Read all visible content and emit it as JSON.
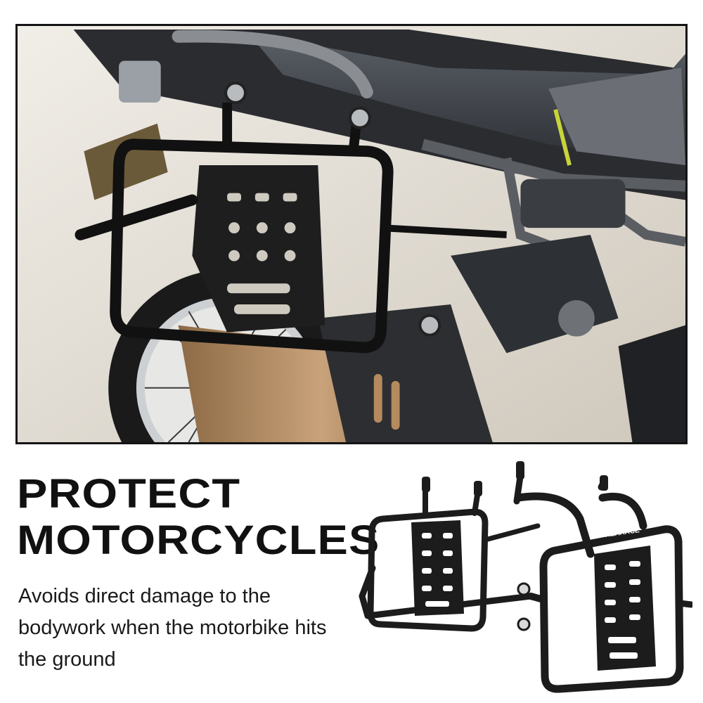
{
  "headline": {
    "line1": "PROTECT",
    "line2": "MOTORCYCLES"
  },
  "description": "Avoids direct damage to the bodywork when the motorbike hits the ground",
  "product": {
    "brand_mark": "REARACE"
  },
  "colors": {
    "frame": "#141414",
    "metal": "#1c1c1c",
    "seat": "#3d4147",
    "accent": "#c8d43a",
    "exhaust": "#b48a5e"
  }
}
